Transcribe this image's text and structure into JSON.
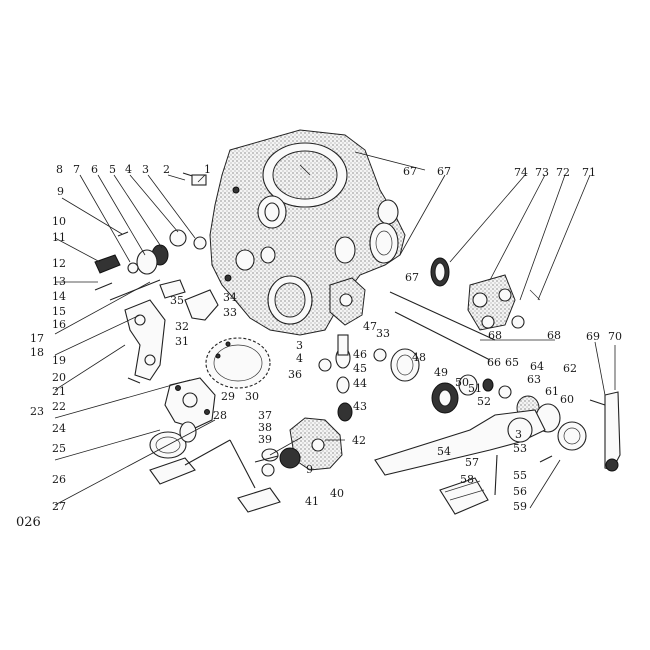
{
  "figure_number": "026",
  "callouts": [
    "1",
    "2",
    "3",
    "4",
    "5",
    "6",
    "7",
    "8",
    "9",
    "10",
    "11",
    "12",
    "13",
    "14",
    "15",
    "16",
    "17",
    "18",
    "19",
    "20",
    "21",
    "22",
    "23",
    "24",
    "25",
    "26",
    "27",
    "28",
    "29",
    "30",
    "31",
    "32",
    "33",
    "34",
    "35",
    "36",
    "37",
    "38",
    "39",
    "3",
    "4",
    "40",
    "41",
    "42",
    "43",
    "44",
    "45",
    "46",
    "47",
    "48",
    "49",
    "50",
    "51",
    "52",
    "53",
    "54",
    "55",
    "56",
    "57",
    "58",
    "59",
    "60",
    "61",
    "62",
    "63",
    "64",
    "65",
    "66",
    "67",
    "67",
    "67",
    "68",
    "68",
    "69",
    "70",
    "71",
    "72",
    "73",
    "74",
    "33",
    "3",
    "9"
  ]
}
